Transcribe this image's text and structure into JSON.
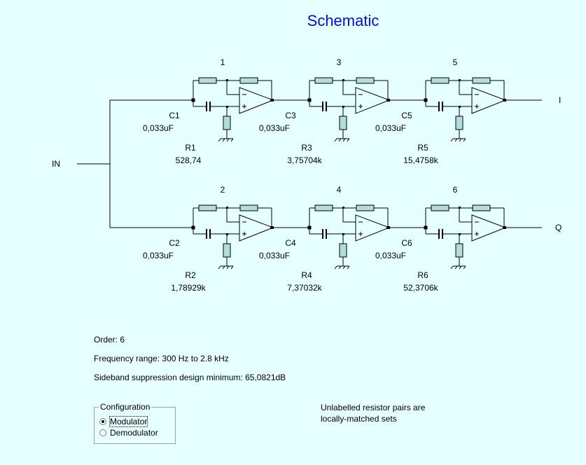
{
  "title": "Schematic",
  "input_label": "IN",
  "outputs": {
    "i_label": "I",
    "q_label": "Q"
  },
  "stages": [
    {
      "number": "1",
      "cap_label": "C1",
      "cap_value": "0,033uF",
      "res_label": "R1",
      "res_value": "528,74"
    },
    {
      "number": "3",
      "cap_label": "C3",
      "cap_value": "0,033uF",
      "res_label": "R3",
      "res_value": "3,75704k"
    },
    {
      "number": "5",
      "cap_label": "C5",
      "cap_value": "0,033uF",
      "res_label": "R5",
      "res_value": "15,4758k"
    },
    {
      "number": "2",
      "cap_label": "C2",
      "cap_value": "0,033uF",
      "res_label": "R2",
      "res_value": "1,78929k"
    },
    {
      "number": "4",
      "cap_label": "C4",
      "cap_value": "0,033uF",
      "res_label": "R4",
      "res_value": "7,37032k"
    },
    {
      "number": "6",
      "cap_label": "C6",
      "cap_value": "0,033uF",
      "res_label": "R6",
      "res_value": "52,3706k"
    }
  ],
  "info": {
    "order": "Order:   6",
    "frequency_range": "Frequency range:   300 Hz to  2.8 kHz",
    "sideband": "Sideband suppression design minimum: 65,0821dB"
  },
  "configuration": {
    "legend": "Configuration",
    "options": [
      {
        "label": "Modulator",
        "checked": true
      },
      {
        "label": "Demodulator",
        "checked": false
      }
    ]
  },
  "note": {
    "line1": "Unlabelled resistor pairs are",
    "line2": "locally-matched sets"
  },
  "colors": {
    "background": "#e6ffff",
    "title": "#0a0ad2",
    "resistor_fill": "#b4dcdc",
    "wire": "#000000"
  }
}
